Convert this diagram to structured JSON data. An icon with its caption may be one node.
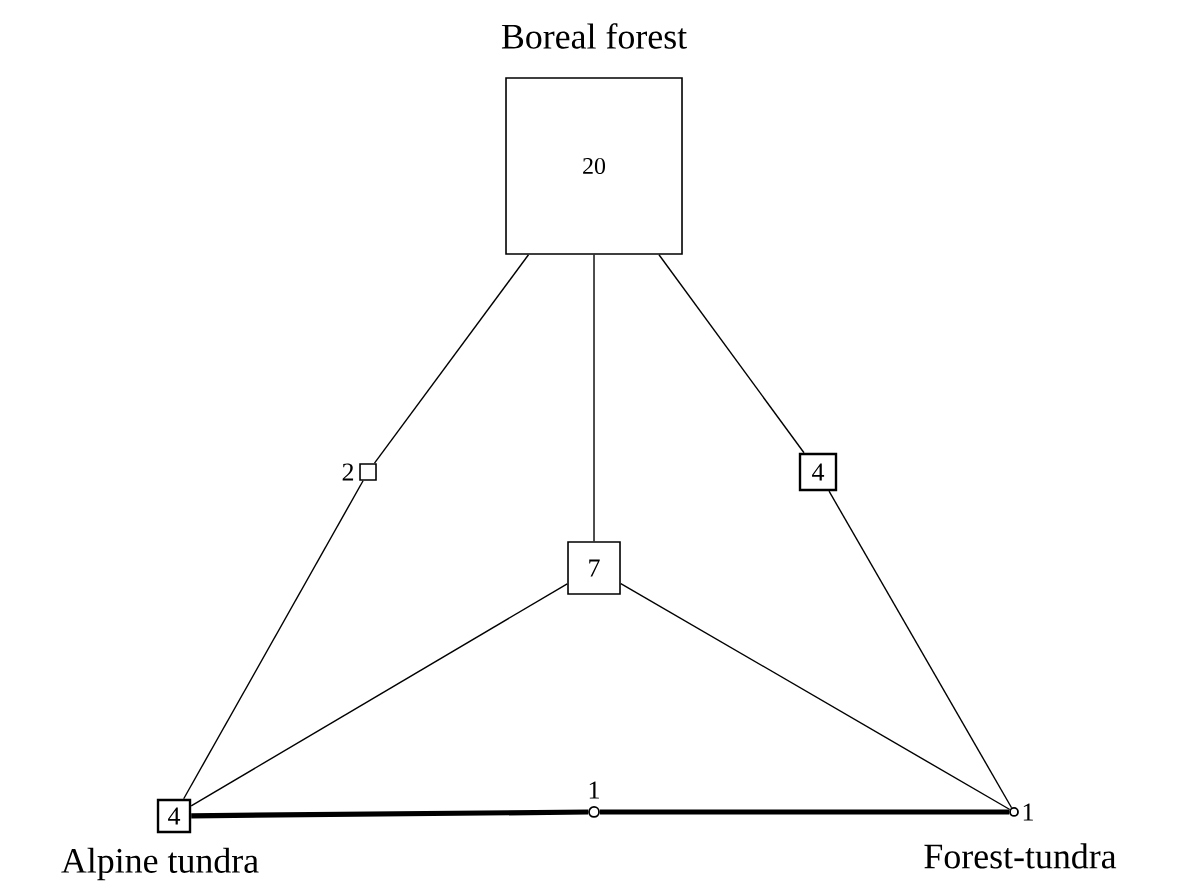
{
  "diagram": {
    "nodes": [
      {
        "text": [
          "Boreal forest",
          "20"
        ]
      },
      {
        "text": [
          "4",
          "Alpine tundra"
        ]
      },
      {
        "text": [
          "Forest-tundra"
        ],
        "beside": [
          "1"
        ]
      },
      {
        "text": [
          "7"
        ]
      },
      {
        "text": [],
        "shape": "box",
        "beside": [
          "2"
        ]
      },
      {
        "text": [
          "4"
        ]
      },
      {
        "text": [],
        "shape": "circle",
        "beside": [
          "1"
        ]
      }
    ],
    "edges": [
      {
        "from": 0,
        "to": 4,
        "arrow": "none"
      },
      {
        "from": 4,
        "to": 1,
        "arrow": "none"
      },
      {
        "from": 0,
        "to": 5,
        "arrow": "none"
      },
      {
        "from": 5,
        "to": 2,
        "arrow": "none"
      },
      {
        "from": 1,
        "to": 6,
        "arrow": "none",
        "style": "thick"
      },
      {
        "from": 6,
        "to": 2,
        "arrow": "none",
        "style": "thick"
      },
      {
        "from": 0,
        "to": 3,
        "arrow": "none"
      },
      {
        "from": 3,
        "to": 1,
        "arrow": "none"
      },
      {
        "from": 3,
        "to": 2,
        "arrow": "none"
      }
    ]
  }
}
